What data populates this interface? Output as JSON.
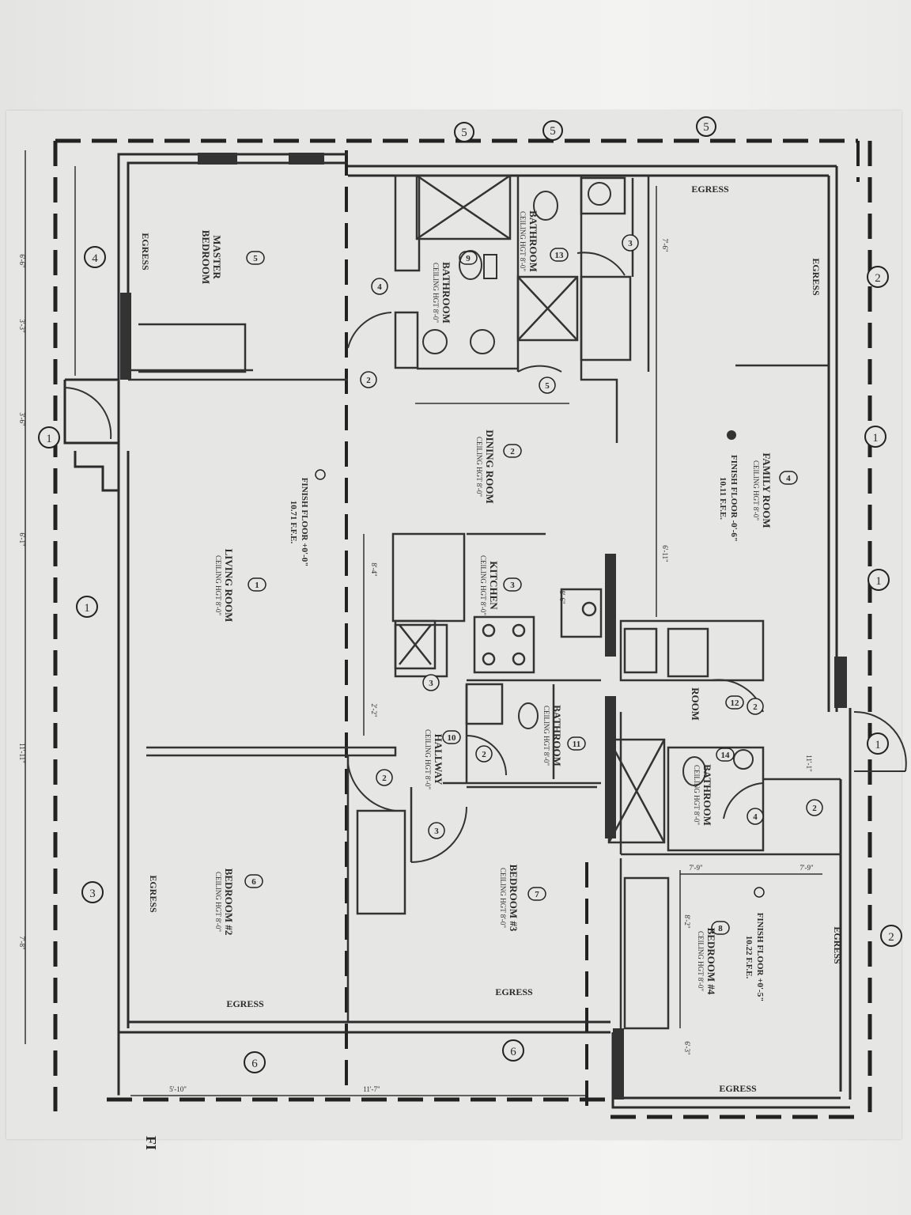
{
  "rooms": {
    "master_bedroom": {
      "name_line1": "MASTER",
      "name_line2": "BEDROOM",
      "tag": "5"
    },
    "living_room": {
      "name": "LIVING ROOM",
      "ceiling": "CEILING HGT 8'-0\"",
      "tag": "1"
    },
    "dining_room": {
      "name": "DINING ROOM",
      "ceiling": "CEILING HGT 8'-0\"",
      "tag": "2"
    },
    "kitchen": {
      "name": "KITCHEN",
      "ceiling": "CEILING HGT 8'-0\"",
      "tag": "3"
    },
    "family_room": {
      "name": "FAMILY ROOM",
      "ceiling": "CEILING HGT 8'-0\"",
      "tag": "4"
    },
    "bathroom_master": {
      "name": "BATHROOM",
      "ceiling": "CEILING HGT 8'-0\"",
      "tag": "9"
    },
    "bathroom_2": {
      "name": "BATHROOM",
      "ceiling": "CEILING HGT 8'-0\"",
      "tag": "13"
    },
    "bathroom_3": {
      "name": "BATHROOM",
      "ceiling": "CEILING HGT 8'-0\"",
      "tag": "11"
    },
    "bathroom_4": {
      "name": "BATHROOM",
      "ceiling": "CEILING HGT 8'-0\"",
      "tag": "14"
    },
    "hallway": {
      "name": "HALLWAY",
      "ceiling": "CEILING HGT 8'-0\"",
      "tag": "10"
    },
    "laundry": {
      "name": "ROOM",
      "tag": "12"
    },
    "bedroom_2": {
      "name": "BEDROOM #2",
      "ceiling": "CEILING HGT 8'-0\"",
      "tag": "6"
    },
    "bedroom_3": {
      "name": "BEDROOM #3",
      "ceiling": "CEILING HGT 8'-0\"",
      "tag": "7"
    },
    "bedroom_4": {
      "name": "BEDROOM #4",
      "ceiling": "CEILING HGT 8'-0\"",
      "tag": "8"
    }
  },
  "finish_floors": {
    "living": {
      "label": "FINISH FLOOR +0'-0\"",
      "elev": "10.71 F.F.E."
    },
    "family": {
      "label": "FINISH FLOOR -0'-6\"",
      "elev": "10.11 F.F.E."
    },
    "bedroom4": {
      "label": "FINISH FLOOR +0'-5\"",
      "elev": "10.22 F.F.E."
    }
  },
  "egress_label": "EGRESS",
  "grid_markers": {
    "left_1": "4",
    "left_2": "1",
    "left_3": "1",
    "left_4": "3",
    "right_1": "2",
    "right_2": "1",
    "right_3": "1",
    "right_4": "1",
    "right_5": "2",
    "top_1": "5",
    "top_2": "5",
    "top_3": "5",
    "bottom_1": "6",
    "bottom_2": "6"
  },
  "door_tags": [
    "4",
    "2",
    "5",
    "3",
    "2",
    "2",
    "3",
    "2",
    "4",
    "2",
    "3"
  ],
  "dimensions": {
    "left_1": "6'-6\"",
    "left_2": "3'-3\"",
    "left_3": "3'-6\"",
    "left_4": "6'-1\"",
    "left_5": "11'-11\"",
    "left_6": "7'-8\"",
    "bottom_1": "5'-10\"",
    "bottom_2": "11'-7\"",
    "mid_1": "8'-4\"",
    "mid_2": "2'-2\"",
    "fam_1": "7'-6\"",
    "fam_2": "6'-11\"",
    "fam_3": "8'-6\"",
    "br4_1": "7'-9\"",
    "br4_2": "7'-9\"",
    "br4_3": "8'-2\"",
    "br4_4": "6'-3\"",
    "hall_1": "11'-1\""
  },
  "sheet_edge_text": "FI"
}
